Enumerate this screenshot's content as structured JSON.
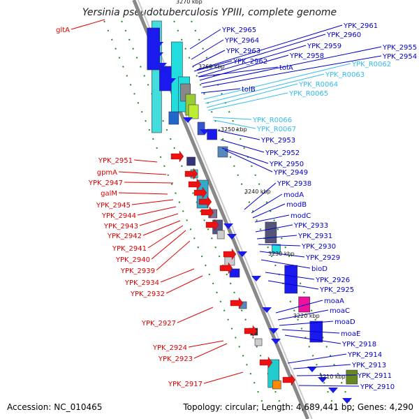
{
  "header": {
    "title": "Yersinia pseudotuberculosis YPIII, complete genome"
  },
  "footer": {
    "accession": "Accession: NC_010465",
    "summary": "Topology: circular; Length: 4,689,441 bp; Genes: 4,290"
  },
  "colors": {
    "forward_label": "#0000cc",
    "reverse_label": "#dd0000",
    "rna_label": "#33bbee",
    "backbone": "#888888",
    "forward_gene": "#1a1aee",
    "reverse_gene": "#ee1111",
    "cds_cyan": "#22dddd",
    "grid_green": "#228822"
  },
  "kbp_ticks": [
    "3270 kbp",
    "3260 kbp",
    "3250 kbp",
    "3240 kbp",
    "3230 kbp",
    "3220 kbp",
    "3210 kbp"
  ],
  "left_labels": [
    "gltA",
    "YPK_2951",
    "gpmA",
    "YPK_2947",
    "galM",
    "YPK_2945",
    "YPK_2944",
    "YPK_2943",
    "YPK_2942",
    "YPK_2941",
    "YPK_2940",
    "YPK_2939",
    "YPK_2934",
    "YPK_2932",
    "YPK_2927",
    "YPK_2924",
    "YPK_2923",
    "YPK_2917"
  ],
  "right_labels": [
    "YPK_2965",
    "YPK_2964",
    "YPK_2963",
    "YPK_2962",
    "tolA",
    "tolB",
    "YPK_2953",
    "YPK_2952",
    "YPK_2950",
    "YPK_2949",
    "YPK_2938",
    "modA",
    "modB",
    "modC",
    "YPK_2933",
    "YPK_2931",
    "YPK_2930",
    "YPK_2929",
    "bioD",
    "YPK_2926",
    "YPK_2925",
    "moaA",
    "moaC",
    "moaD",
    "moaE",
    "YPK_2918",
    "YPK_2914",
    "YPK_2913",
    "YPK_2911",
    "YPK_2910"
  ],
  "far_right_labels": [
    "YPK_2961",
    "YPK_2960",
    "YPK_2959",
    "YPK_2958",
    "YPK_2955",
    "YPK_2954"
  ],
  "rna_labels": [
    "YPK_R0062",
    "YPK_R0063",
    "YPK_R0064",
    "YPK_R0065",
    "YPK_R0066",
    "YPK_R0067"
  ]
}
